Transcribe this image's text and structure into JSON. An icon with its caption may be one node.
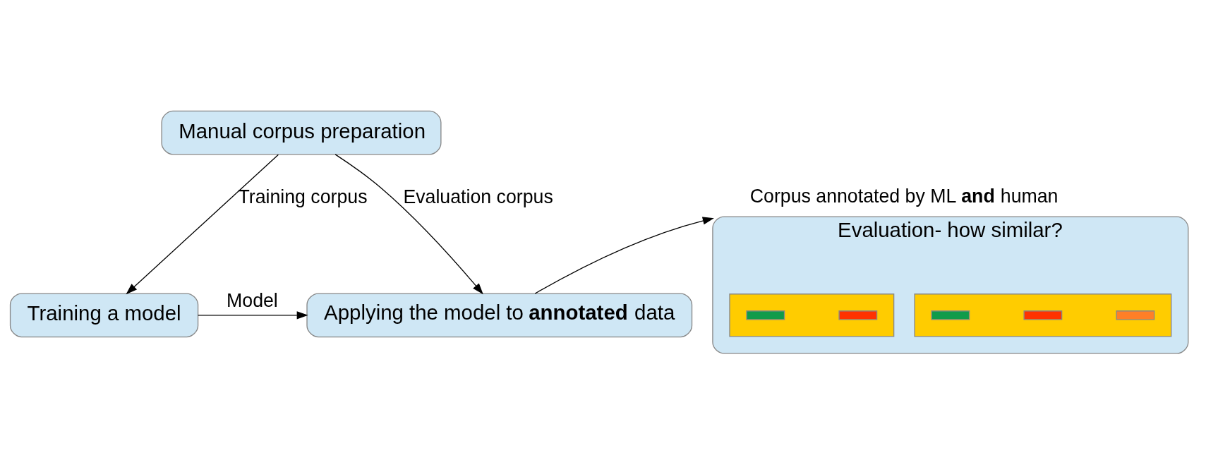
{
  "diagram": {
    "nodes": [
      {
        "text": [
          "Manual corpus preparation"
        ]
      },
      {
        "text": [
          "Training a model"
        ]
      },
      {
        "text": [
          "Applying the model to **annotated** data"
        ]
      },
      {
        "text": [
          "Evaluation- how similar?"
        ]
      },
      {
        "text": [],
        "shape": "box",
        "in": 3
      },
      {
        "text": [],
        "shape": "box",
        "in": 3
      },
      {
        "text": [],
        "shape": "bar",
        "in": 4
      },
      {
        "text": [],
        "shape": "bar",
        "in": 4
      },
      {
        "text": [],
        "shape": "bar",
        "in": 4
      },
      {
        "text": [],
        "shape": "bar",
        "in": 5
      },
      {
        "text": [],
        "shape": "bar",
        "in": 5
      }
    ],
    "edges": [
      {
        "from": 0,
        "to": 1,
        "arrow": "to",
        "label": "Training corpus"
      },
      {
        "from": 0,
        "to": 2,
        "arrow": "to",
        "label": "Evaluation corpus"
      },
      {
        "from": 1,
        "to": 2,
        "arrow": "to",
        "label": "Model"
      },
      {
        "from": 2,
        "to": 3,
        "arrow": "to",
        "label": "Corpus annotated by ML **and** human"
      }
    ]
  }
}
